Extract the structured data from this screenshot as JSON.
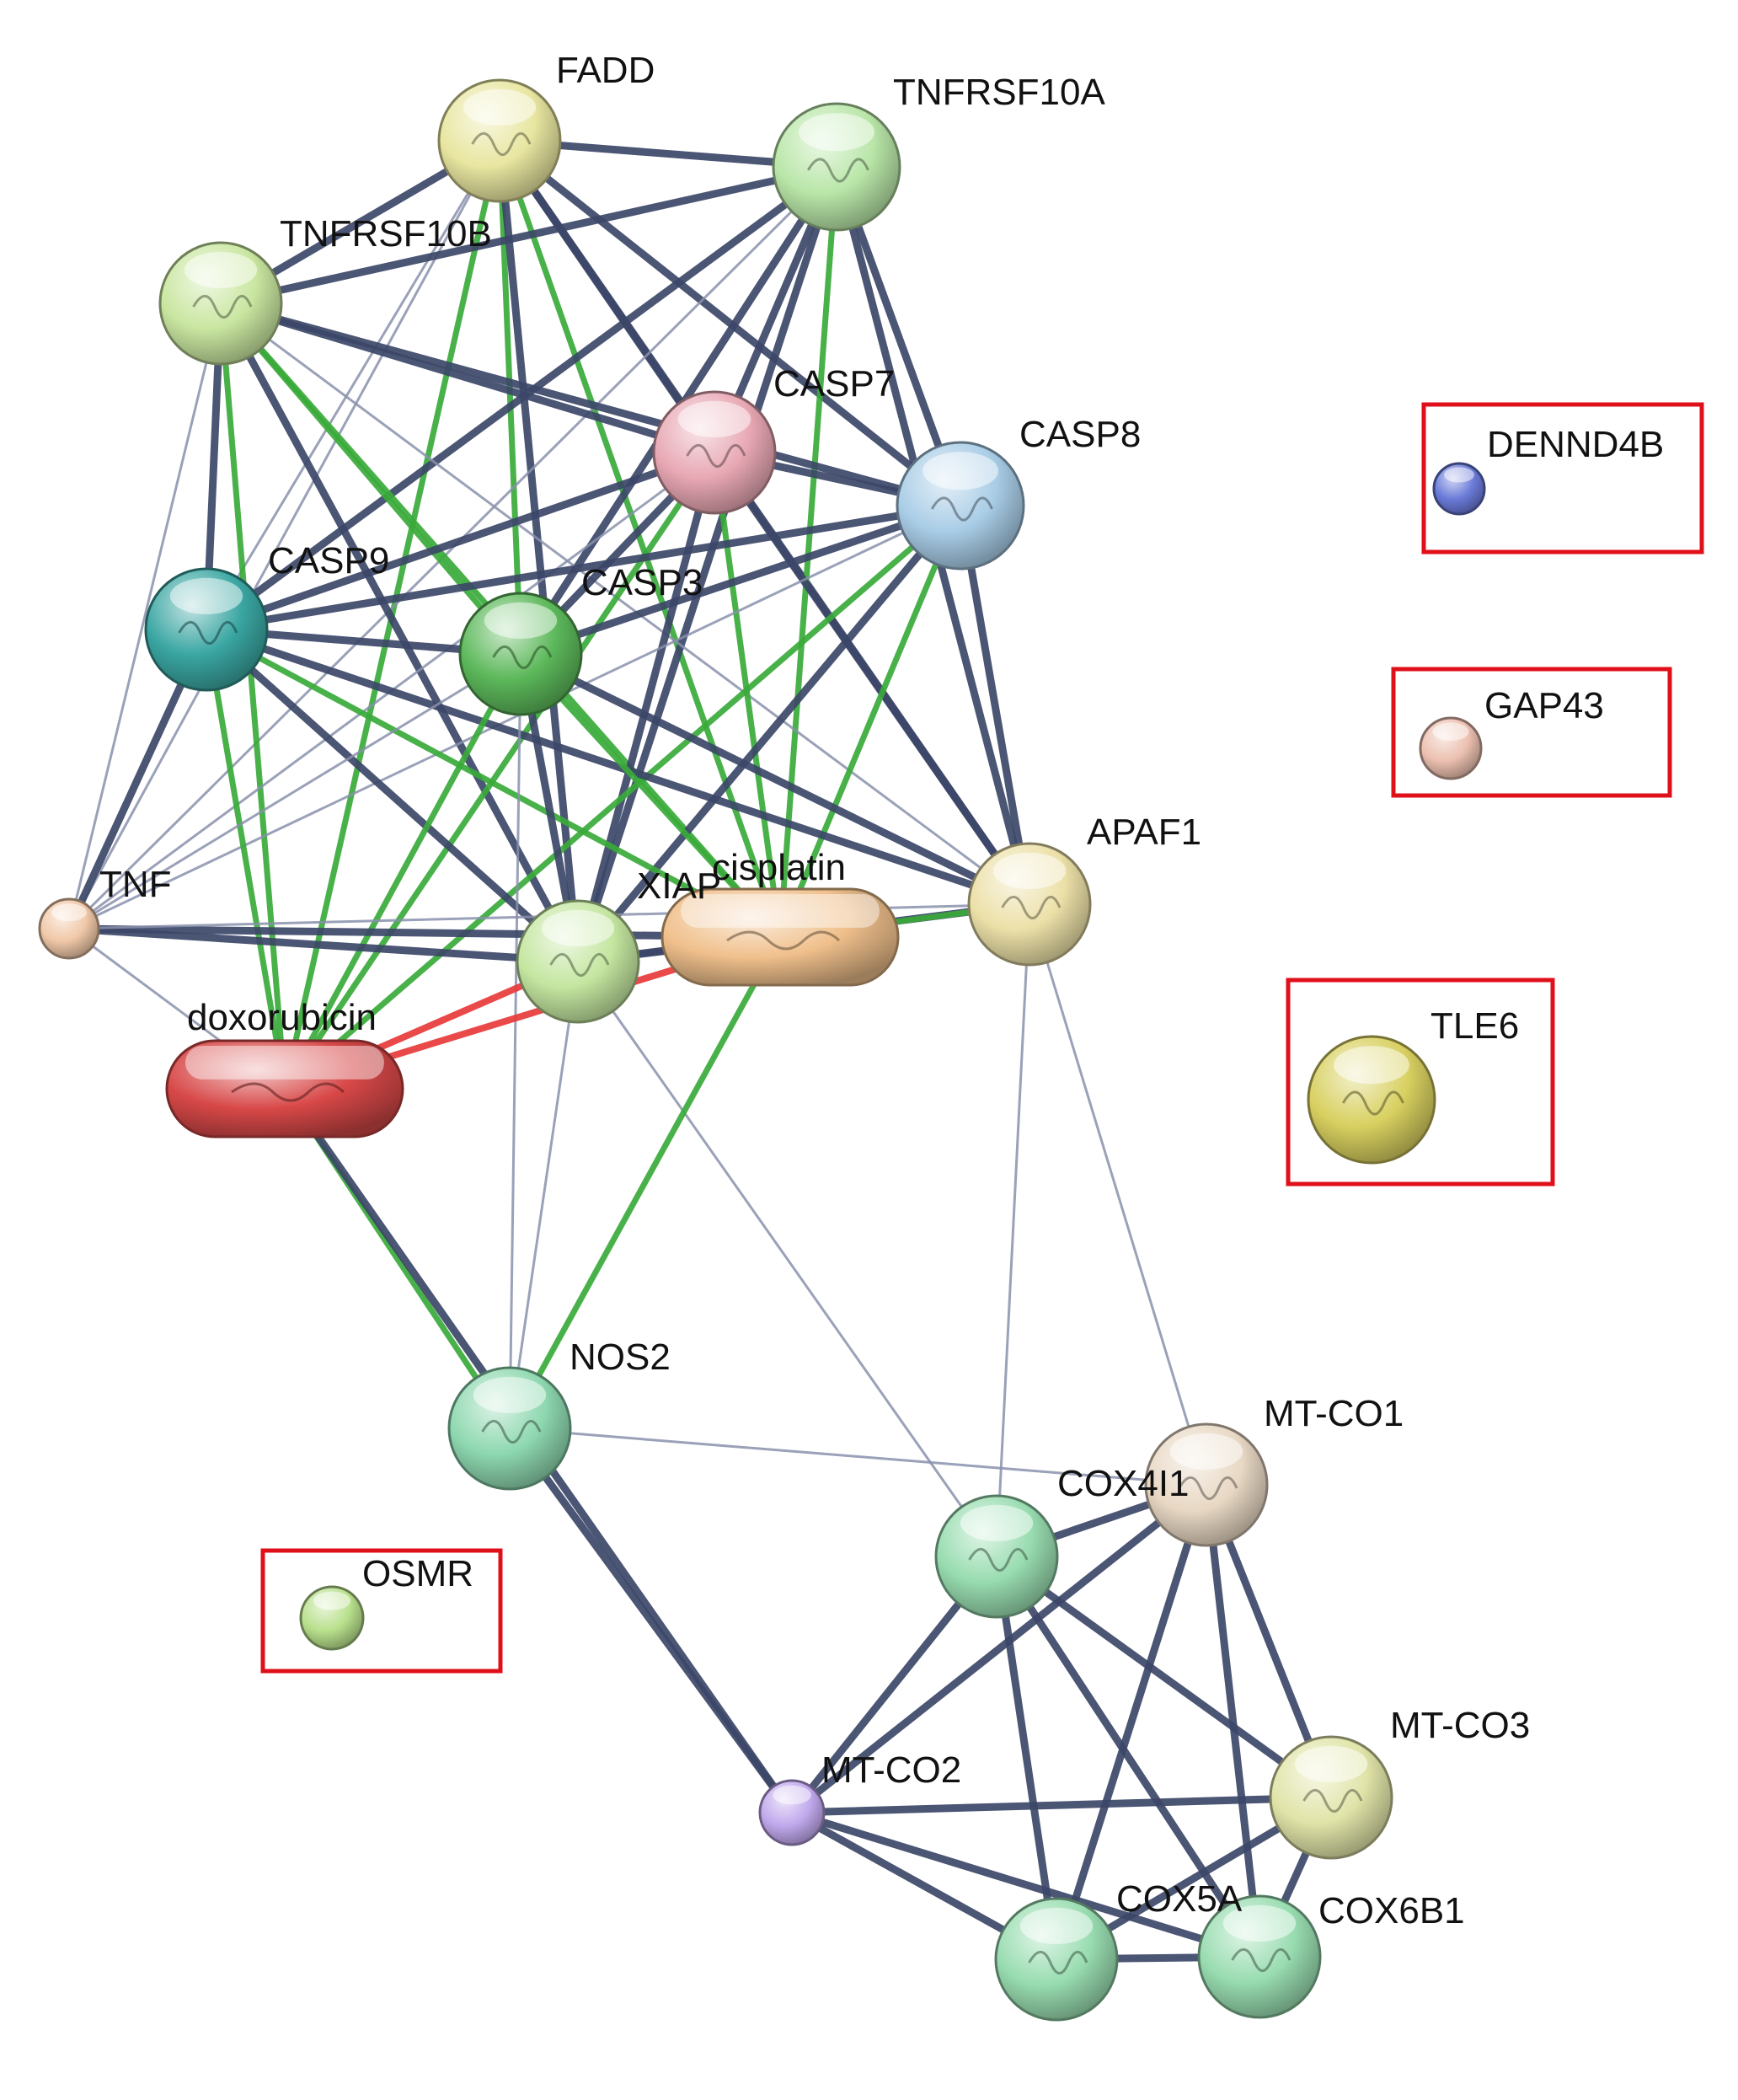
{
  "diagram": {
    "type": "protein-chemical interaction network",
    "nodes": [
      {
        "id": "FADD",
        "label": "FADD",
        "kind": "protein",
        "color": "#e8e6a0"
      },
      {
        "id": "TNFRSF10A",
        "label": "TNFRSF10A",
        "kind": "protein",
        "color": "#b9e6a8"
      },
      {
        "id": "TNFRSF10B",
        "label": "TNFRSF10B",
        "kind": "protein",
        "color": "#c9e6a0"
      },
      {
        "id": "CASP7",
        "label": "CASP7",
        "kind": "protein",
        "color": "#e8a8b4"
      },
      {
        "id": "CASP8",
        "label": "CASP8",
        "kind": "protein",
        "color": "#a8cce6"
      },
      {
        "id": "CASP9",
        "label": "CASP9",
        "kind": "protein",
        "color": "#3aa6a2"
      },
      {
        "id": "CASP3",
        "label": "CASP3",
        "kind": "protein",
        "color": "#5cb85a"
      },
      {
        "id": "TNF",
        "label": "TNF",
        "kind": "protein-small",
        "color": "#f0c8a8"
      },
      {
        "id": "XIAP",
        "label": "XIAP",
        "kind": "protein",
        "color": "#c4e6a0"
      },
      {
        "id": "cisplatin",
        "label": "cisplatin",
        "kind": "chemical",
        "color": "#f0c08c"
      },
      {
        "id": "APAF1",
        "label": "APAF1",
        "kind": "protein",
        "color": "#ece0a8"
      },
      {
        "id": "doxorubicin",
        "label": "doxorubicin",
        "kind": "chemical",
        "color": "#d84848"
      },
      {
        "id": "DENND4B",
        "label": "DENND4B",
        "kind": "protein-small",
        "color": "#6a7ad8"
      },
      {
        "id": "GAP43",
        "label": "GAP43",
        "kind": "protein-small",
        "color": "#ecc0b0"
      },
      {
        "id": "TLE6",
        "label": "TLE6",
        "kind": "protein",
        "color": "#d8d060"
      },
      {
        "id": "NOS2",
        "label": "NOS2",
        "kind": "protein",
        "color": "#8ed8b0"
      },
      {
        "id": "OSMR",
        "label": "OSMR",
        "kind": "protein-small",
        "color": "#b8e08c"
      },
      {
        "id": "MT-CO1",
        "label": "MT-CO1",
        "kind": "protein",
        "color": "#e8d8c4"
      },
      {
        "id": "COX4I1",
        "label": "COX4I1",
        "kind": "protein",
        "color": "#98dcb0"
      },
      {
        "id": "MT-CO2",
        "label": "MT-CO2",
        "kind": "protein-small",
        "color": "#c0a8ec"
      },
      {
        "id": "MT-CO3",
        "label": "MT-CO3",
        "kind": "protein",
        "color": "#e0e4a8"
      },
      {
        "id": "COX5A",
        "label": "COX5A",
        "kind": "protein",
        "color": "#98dcb0"
      },
      {
        "id": "COX6B1",
        "label": "COX6B1",
        "kind": "protein",
        "color": "#98dcb0"
      }
    ],
    "highlighted": [
      "DENND4B",
      "GAP43",
      "TLE6",
      "OSMR"
    ],
    "edge_colors": {
      "dark": "#3c4668",
      "light": "#8890ac",
      "green": "#3aaa3a",
      "red": "#e83a3a",
      "highlight_box": "#e0101a"
    },
    "edges": [
      [
        "FADD",
        "TNFRSF10A",
        "dark"
      ],
      [
        "FADD",
        "TNFRSF10B",
        "dark"
      ],
      [
        "FADD",
        "CASP7",
        "dark"
      ],
      [
        "FADD",
        "CASP8",
        "dark"
      ],
      [
        "FADD",
        "CASP9",
        "light"
      ],
      [
        "FADD",
        "CASP3",
        "green"
      ],
      [
        "FADD",
        "XIAP",
        "dark"
      ],
      [
        "FADD",
        "cisplatin",
        "green"
      ],
      [
        "FADD",
        "APAF1",
        "dark"
      ],
      [
        "FADD",
        "TNF",
        "light"
      ],
      [
        "FADD",
        "doxorubicin",
        "green"
      ],
      [
        "TNFRSF10A",
        "TNFRSF10B",
        "dark"
      ],
      [
        "TNFRSF10A",
        "CASP7",
        "dark"
      ],
      [
        "TNFRSF10A",
        "CASP8",
        "dark"
      ],
      [
        "TNFRSF10A",
        "CASP9",
        "dark"
      ],
      [
        "TNFRSF10A",
        "CASP3",
        "dark"
      ],
      [
        "TNFRSF10A",
        "XIAP",
        "dark"
      ],
      [
        "TNFRSF10A",
        "cisplatin",
        "green"
      ],
      [
        "TNFRSF10A",
        "APAF1",
        "dark"
      ],
      [
        "TNFRSF10A",
        "TNF",
        "light"
      ],
      [
        "TNFRSF10B",
        "CASP7",
        "dark"
      ],
      [
        "TNFRSF10B",
        "CASP8",
        "dark"
      ],
      [
        "TNFRSF10B",
        "CASP9",
        "dark"
      ],
      [
        "TNFRSF10B",
        "CASP3",
        "green"
      ],
      [
        "TNFRSF10B",
        "XIAP",
        "dark"
      ],
      [
        "TNFRSF10B",
        "cisplatin",
        "green"
      ],
      [
        "TNFRSF10B",
        "APAF1",
        "light"
      ],
      [
        "TNFRSF10B",
        "TNF",
        "light"
      ],
      [
        "TNFRSF10B",
        "doxorubicin",
        "green"
      ],
      [
        "CASP7",
        "CASP8",
        "dark"
      ],
      [
        "CASP7",
        "CASP9",
        "dark"
      ],
      [
        "CASP7",
        "CASP3",
        "dark"
      ],
      [
        "CASP7",
        "XIAP",
        "dark"
      ],
      [
        "CASP7",
        "cisplatin",
        "green"
      ],
      [
        "CASP7",
        "APAF1",
        "dark"
      ],
      [
        "CASP7",
        "TNF",
        "light"
      ],
      [
        "CASP7",
        "doxorubicin",
        "green"
      ],
      [
        "CASP8",
        "CASP9",
        "dark"
      ],
      [
        "CASP8",
        "CASP3",
        "dark"
      ],
      [
        "CASP8",
        "XIAP",
        "dark"
      ],
      [
        "CASP8",
        "cisplatin",
        "green"
      ],
      [
        "CASP8",
        "APAF1",
        "dark"
      ],
      [
        "CASP8",
        "TNF",
        "light"
      ],
      [
        "CASP8",
        "doxorubicin",
        "green"
      ],
      [
        "CASP9",
        "CASP3",
        "dark"
      ],
      [
        "CASP9",
        "XIAP",
        "dark"
      ],
      [
        "CASP9",
        "cisplatin",
        "green"
      ],
      [
        "CASP9",
        "APAF1",
        "dark"
      ],
      [
        "CASP9",
        "TNF",
        "dark"
      ],
      [
        "CASP9",
        "doxorubicin",
        "green"
      ],
      [
        "CASP3",
        "XIAP",
        "dark"
      ],
      [
        "CASP3",
        "cisplatin",
        "green"
      ],
      [
        "CASP3",
        "APAF1",
        "dark"
      ],
      [
        "CASP3",
        "TNF",
        "light"
      ],
      [
        "CASP3",
        "doxorubicin",
        "green"
      ],
      [
        "CASP3",
        "NOS2",
        "light"
      ],
      [
        "TNF",
        "XIAP",
        "dark"
      ],
      [
        "TNF",
        "doxorubicin",
        "light"
      ],
      [
        "TNF",
        "cisplatin",
        "dark"
      ],
      [
        "TNF",
        "APAF1",
        "light"
      ],
      [
        "XIAP",
        "cisplatin",
        "dark"
      ],
      [
        "XIAP",
        "APAF1",
        "dark"
      ],
      [
        "XIAP",
        "doxorubicin",
        "red"
      ],
      [
        "XIAP",
        "NOS2",
        "light"
      ],
      [
        "XIAP",
        "COX4I1",
        "light"
      ],
      [
        "cisplatin",
        "APAF1",
        "green"
      ],
      [
        "cisplatin",
        "doxorubicin",
        "red"
      ],
      [
        "cisplatin",
        "NOS2",
        "green"
      ],
      [
        "doxorubicin",
        "NOS2",
        "green"
      ],
      [
        "doxorubicin",
        "MT-CO2",
        "dark"
      ],
      [
        "APAF1",
        "MT-CO1",
        "light"
      ],
      [
        "APAF1",
        "COX4I1",
        "light"
      ],
      [
        "NOS2",
        "MT-CO2",
        "dark"
      ],
      [
        "NOS2",
        "MT-CO1",
        "light"
      ],
      [
        "MT-CO1",
        "COX4I1",
        "dark"
      ],
      [
        "MT-CO1",
        "MT-CO2",
        "dark"
      ],
      [
        "MT-CO1",
        "MT-CO3",
        "dark"
      ],
      [
        "MT-CO1",
        "COX5A",
        "dark"
      ],
      [
        "MT-CO1",
        "COX6B1",
        "dark"
      ],
      [
        "COX4I1",
        "MT-CO2",
        "dark"
      ],
      [
        "COX4I1",
        "MT-CO3",
        "dark"
      ],
      [
        "COX4I1",
        "COX5A",
        "dark"
      ],
      [
        "COX4I1",
        "COX6B1",
        "dark"
      ],
      [
        "MT-CO2",
        "MT-CO3",
        "dark"
      ],
      [
        "MT-CO2",
        "COX5A",
        "dark"
      ],
      [
        "MT-CO2",
        "COX6B1",
        "dark"
      ],
      [
        "MT-CO3",
        "COX5A",
        "dark"
      ],
      [
        "MT-CO3",
        "COX6B1",
        "dark"
      ],
      [
        "COX5A",
        "COX6B1",
        "dark"
      ]
    ]
  }
}
